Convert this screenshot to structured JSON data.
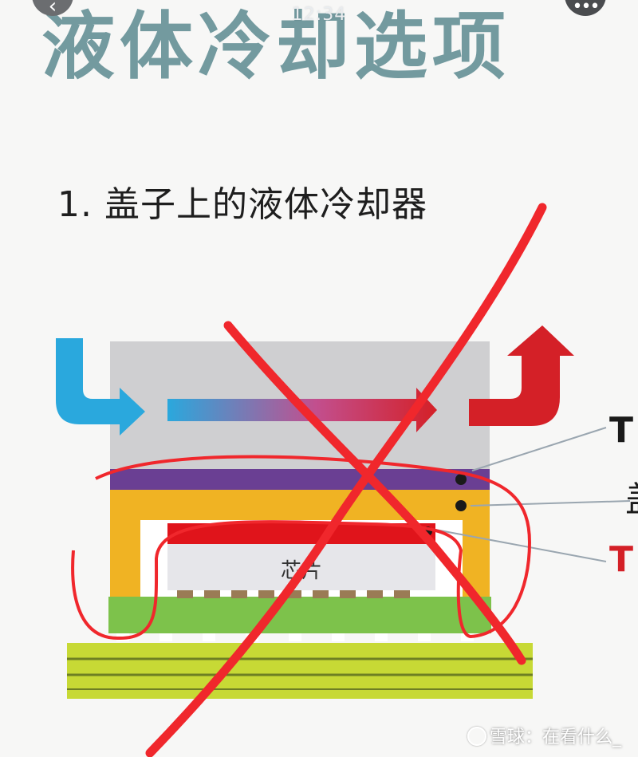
{
  "status_bar": {
    "time": "12:34",
    "back_icon": "chevron-left-icon",
    "more_icon": "ellipsis-icon"
  },
  "slide": {
    "title": "液体冷却选项",
    "item": "1. 盖子上的液体冷却器"
  },
  "diagram": {
    "chip_label": "芯片",
    "right_labels": [
      "T",
      "盖",
      "T"
    ],
    "colors": {
      "inlet": "#2aa8dd",
      "outlet": "#d42027",
      "lid_plate": "#cfcfd1",
      "tim_layer": "#6a3f93",
      "lid": "#f0b323",
      "chip_top": "#e0141b",
      "substrate": "#7dc24b",
      "pcb": "#c7d935",
      "annotation": "#f0272c"
    }
  },
  "watermark": {
    "text": "雪球：在看什么_"
  }
}
